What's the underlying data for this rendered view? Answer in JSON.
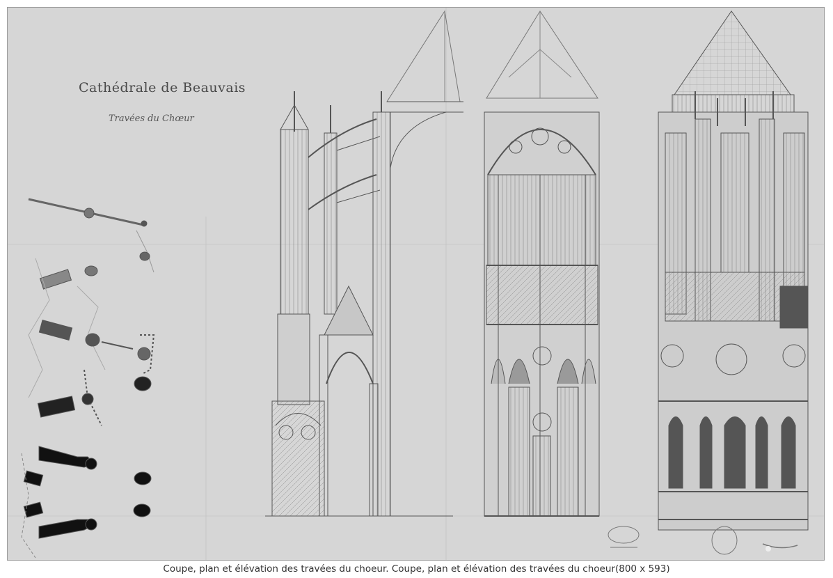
{
  "drawing": {
    "title": "Cathédrale de Beauvais",
    "subtitle": "Travées du Chœur"
  },
  "caption": {
    "text": "Coupe, plan et élévation des travées du choeur. Coupe, plan et élévation des travées du choeur(800 x 593)"
  }
}
